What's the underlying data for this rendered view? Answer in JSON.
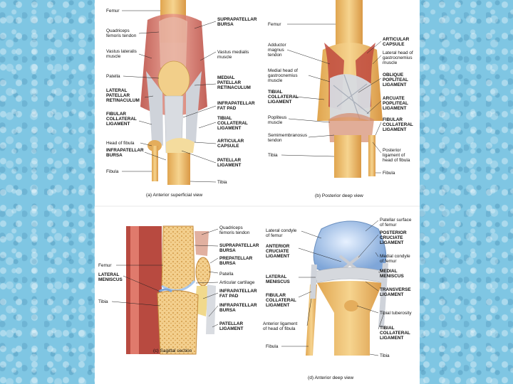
{
  "panels": {
    "a": {
      "caption": "(a) Anterior superficial view",
      "labels": {
        "femur": "Femur",
        "quadriceps_tendon": "Quadriceps\nfemoris tendon",
        "vastus_lateralis": "Vastus lateralis\nmuscle",
        "patella": "Patella",
        "lateral_patellar_retinaculum": "LATERAL\nPATELLAR\nRETINACULUM",
        "fibular_collateral": "FIBULAR\nCOLLATERAL\nLIGAMENT",
        "head_of_fibula": "Head of fibula",
        "infrapatellar_bursa": "INFRAPATELLAR\nBURSA",
        "fibula": "Fibula",
        "suprapatellar_bursa": "SUPRAPATELLAR\nBURSA",
        "vastus_medialis": "Vastus medialis\nmuscle",
        "medial_patellar_retinaculum": "MEDIAL\nPATELLAR\nRETINACULUM",
        "infrapatellar_fat_pad": "INFRAPATELLAR\nFAT PAD",
        "tibial_collateral": "TIBIAL\nCOLLATERAL\nLIGAMENT",
        "articular_capsule": "ARTICULAR\nCAPSULE",
        "patellar_ligament": "PATELLAR\nLIGAMENT",
        "tibia": "Tibia"
      }
    },
    "b": {
      "caption": "(b) Posterior deep view",
      "labels": {
        "femur": "Femur",
        "adductor_magnus": "Adductor\nmagnus\ntendon",
        "medial_head_gastrocnemius": "Medial head of\ngastrocnemius\nmuscle",
        "tibial_collateral": "TIBIAL\nCOLLATERAL\nLIGAMENT",
        "popliteus": "Popliteus\nmuscle",
        "semimembranosus": "Semimembranosus\ntendon",
        "tibia": "Tibia",
        "articular_capsule": "ARTICULAR\nCAPSULE",
        "lateral_head_gastrocnemius": "Lateral head of\ngastrocnemius\nmuscle",
        "oblique_popliteal": "OBLIQUE\nPOPLITEAL\nLIGAMENT",
        "arcuate_popliteal": "ARCUATE\nPOPLITEAL\nLIGAMENT",
        "fibular_collateral": "FIBULAR\nCOLLATERAL\nLIGAMENT",
        "posterior_ligament_fibula": "Posterior\nligament of\nhead of fibula",
        "fibula": "Fibula"
      }
    },
    "c": {
      "caption": "(c) Sagittal section",
      "labels": {
        "quadriceps_tendon": "Quadriceps\nfemoris tendon",
        "suprapatellar_bursa": "SUPRAPATELLAR\nBURSA",
        "prepatellar_bursa": "PREPATELLAR\nBURSA",
        "patella": "Patella",
        "articular_cartilage": "Articular cartilage",
        "infrapatellar_fat_pad": "INFRAPATELLAR\nFAT PAD",
        "infrapatellar_bursa": "INFRAPATELLAR\nBURSA",
        "patellar_ligament": "PATELLAR\nLIGAMENT",
        "femur": "Femur",
        "lateral_meniscus": "LATERAL\nMENISCUS",
        "tibia": "Tibia"
      }
    },
    "d": {
      "caption": "(d) Anterior deep view",
      "labels": {
        "lateral_condyle": "Lateral condyle\nof femur",
        "anterior_cruciate": "ANTERIOR\nCRUCIATE\nLIGAMENT",
        "lateral_meniscus": "LATERAL\nMENISCUS",
        "fibular_collateral": "FIBULAR\nCOLLATERAL\nLIGAMENT",
        "anterior_ligament_fibula": "Anterior ligament\nof head of fibula",
        "fibula": "Fibula",
        "patellar_surface": "Patellar surface\nof femur",
        "posterior_cruciate": "POSTERIOR\nCRUCIATE\nLIGAMENT",
        "medial_condyle": "Medial condyle\nof femur",
        "medial_meniscus": "MEDIAL\nMENISCUS",
        "transverse_ligament": "TRANSVERSE\nLIGAMENT",
        "tibial_tuberosity": "Tibial tuberosity",
        "tibial_collateral": "TIBIAL\nCOLLATERAL\nLIGAMENT",
        "tibia": "Tibia"
      }
    }
  },
  "colors": {
    "background": "#7fc6e3",
    "bone": "#f0c272",
    "muscle": "#c8554a",
    "ligament": "#d5d8dd",
    "cartilage": "#a9c8ec"
  }
}
